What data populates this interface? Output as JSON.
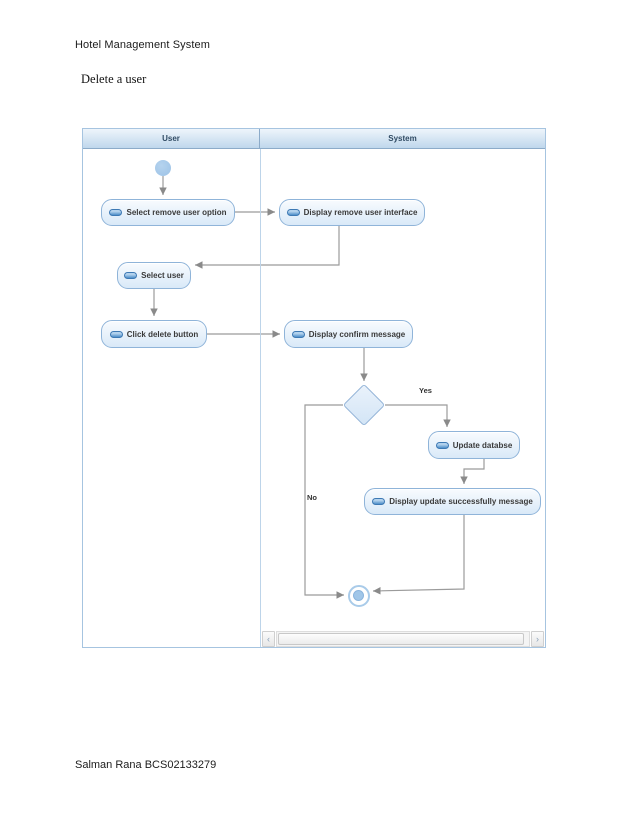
{
  "page": {
    "header_title": "Hotel Management System",
    "diagram_title": "Delete a user",
    "footer_text": "Salman Rana BCS02133279"
  },
  "diagram": {
    "type": "uml-activity-diagram",
    "lanes": [
      {
        "label": "User"
      },
      {
        "label": "System"
      }
    ],
    "nodes": {
      "select_remove_user_option": "Select remove user option",
      "display_remove_user_interface": "Display remove user interface",
      "select_user": "Select user",
      "click_delete_button": "Click delete button",
      "display_confirm_message": "Display confirm message",
      "update_database": "Update databse",
      "display_update_success": "Display update successfully message"
    },
    "edge_labels": {
      "yes": "Yes",
      "no": "No"
    },
    "flow": [
      "initial -> Select remove user option",
      "Select remove user option -> Display remove user interface",
      "Display remove user interface -> Select user",
      "Select user -> Click delete button",
      "Click delete button -> Display confirm message",
      "Display confirm message -> decision",
      "decision -Yes-> Update databse",
      "Update databse -> Display update successfully message",
      "Display update successfully message -> final",
      "decision -No-> final"
    ],
    "scrollbar": {
      "left_glyph": "‹",
      "right_glyph": "›"
    },
    "icons": {
      "node_prefix": "action-pill-icon",
      "start": "initial-node-circle",
      "end": "final-node-bullseye"
    },
    "colors": {
      "frame_border": "#a6c4e0",
      "lane_header_top": "#eef5fb",
      "lane_header_bottom": "#bfd7ec",
      "node_border": "#8fb4d9",
      "node_fill_top": "#f8fbfe",
      "node_fill_bottom": "#d9e9f8",
      "accent_blue": "#a0c6e8",
      "connector_gray": "#9b9b9b",
      "text_dark": "#3a3a3a"
    }
  }
}
